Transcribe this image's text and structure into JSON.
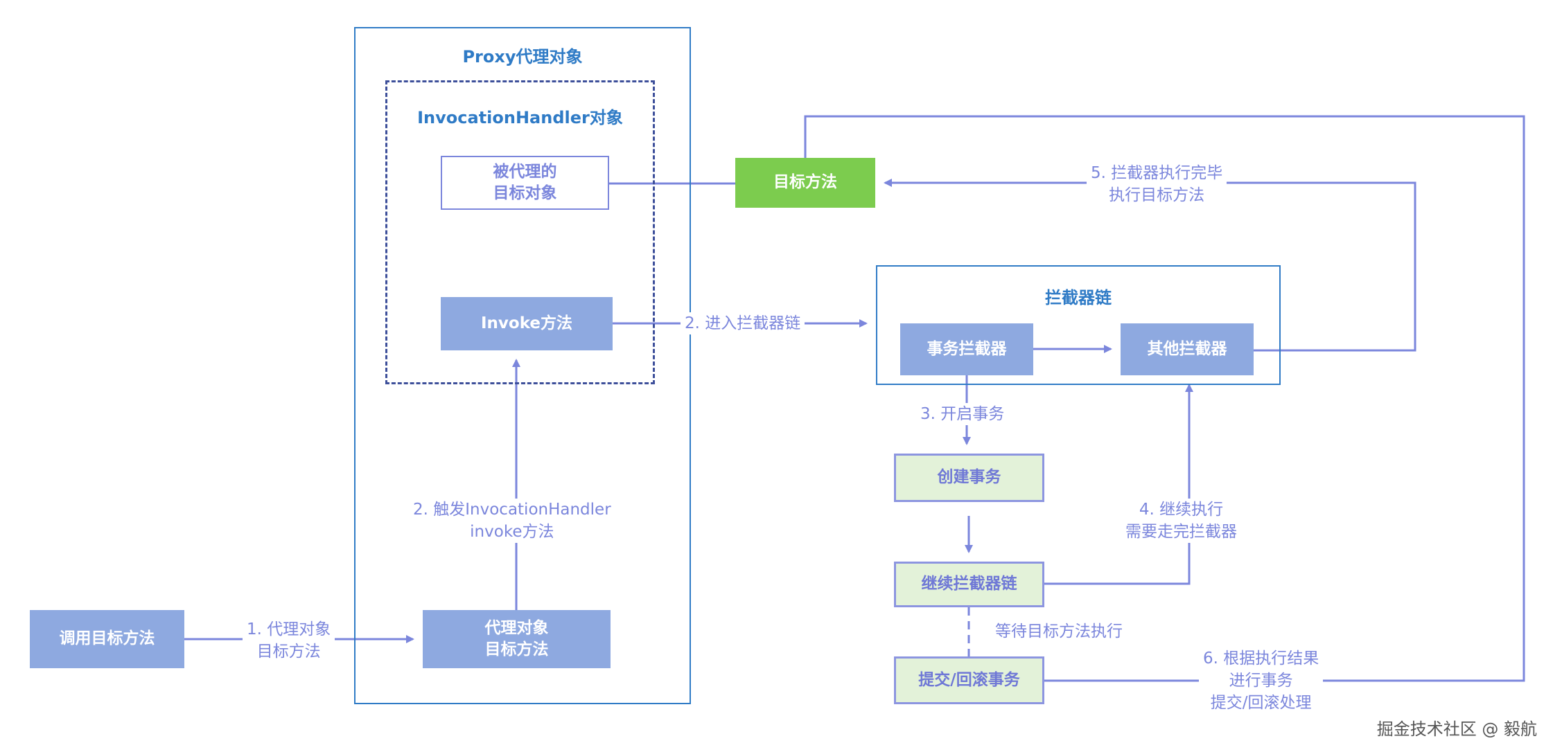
{
  "containers": {
    "proxy_title": "Proxy代理对象",
    "invocation_handler_title": "InvocationHandler对象",
    "interceptor_chain_title": "拦截器链"
  },
  "nodes": {
    "caller": "调用目标方法",
    "proxy_method": "代理对象\n目标方法",
    "proxied_target": "被代理的\n目标对象",
    "invoke_method": "Invoke方法",
    "target_method": "目标方法",
    "tx_interceptor": "事务拦截器",
    "other_interceptor": "其他拦截器",
    "create_tx": "创建事务",
    "continue_chain": "继续拦截器链",
    "commit_rollback": "提交/回滚事务"
  },
  "edges": {
    "step1": "1. 代理对象\n目标方法",
    "step2_trigger": "2. 触发InvocationHandler\ninvoke方法",
    "step2_enter": "2. 进入拦截器链",
    "step3": "3. 开启事务",
    "step4": "4. 继续执行\n需要走完拦截器",
    "step5": "5. 拦截器执行完毕\n执行目标方法",
    "wait": "等待目标方法执行",
    "step6": "6. 根据执行结果\n进行事务\n提交/回滚处理"
  },
  "colors": {
    "container_border": "#2f7bc6",
    "dashed_border": "#3d4f9a",
    "node_blue": "#8ea9e0",
    "node_green": "#7ccc4e",
    "node_light_green": "#e3f2d9",
    "edge": "#7b86dc"
  },
  "watermark": "掘金技术社区 @ 毅航"
}
